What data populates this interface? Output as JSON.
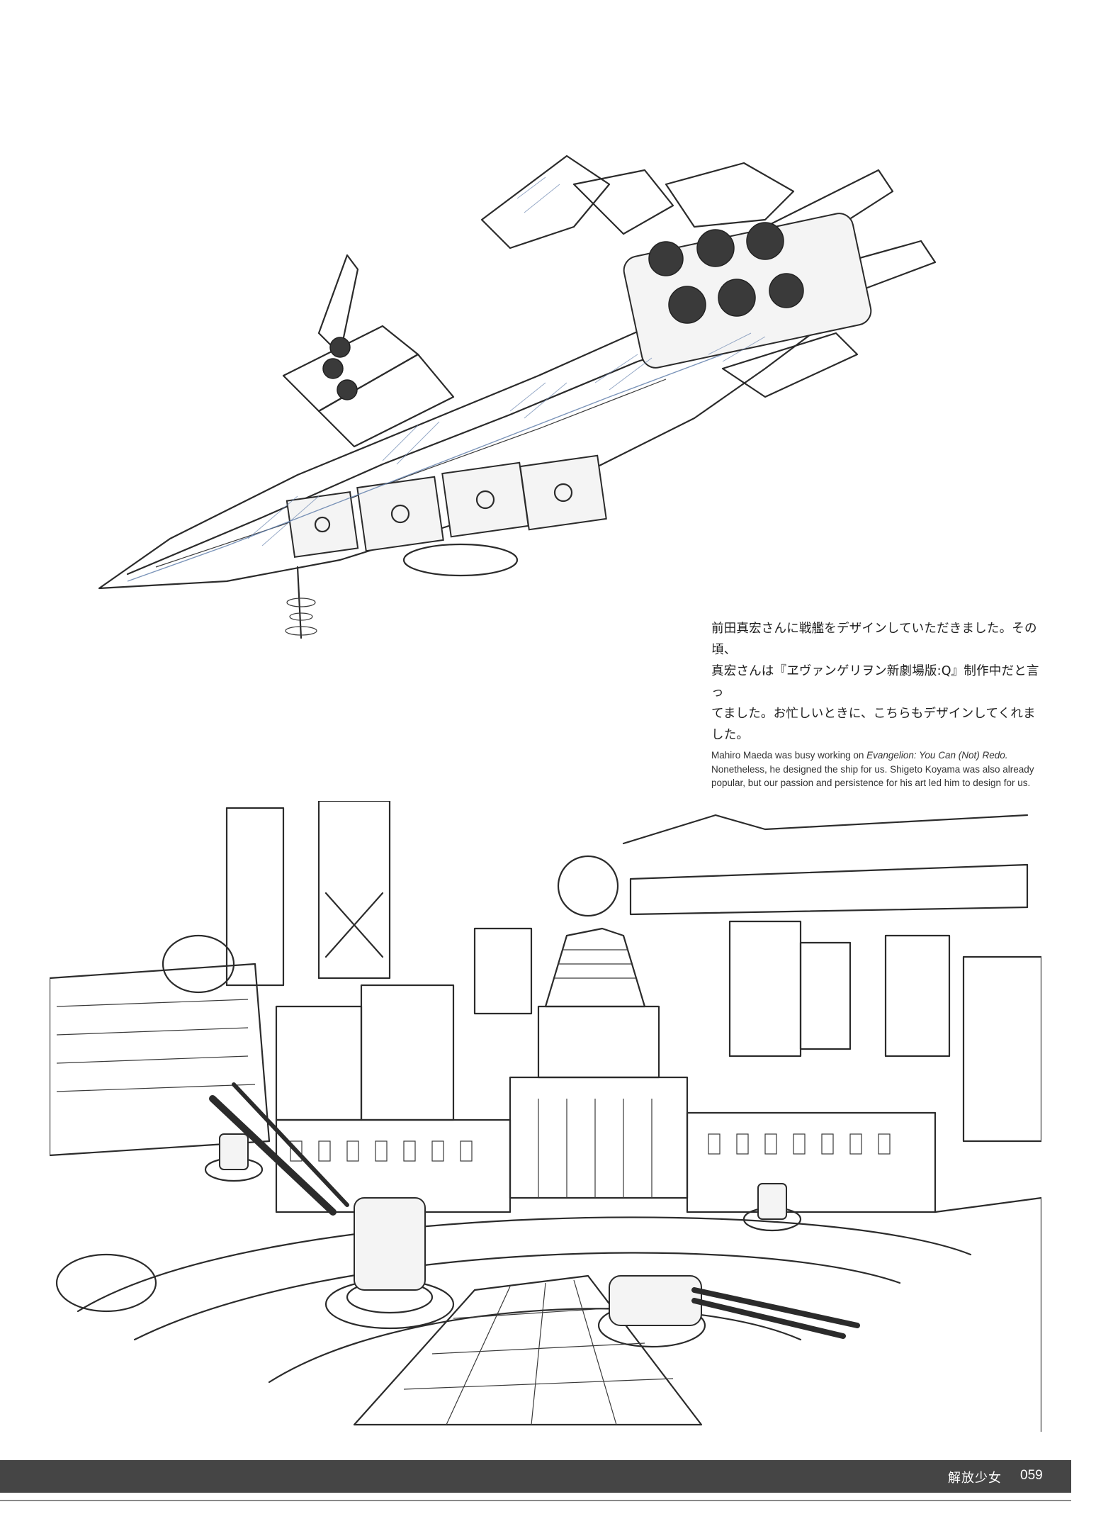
{
  "caption": {
    "jp_line1": "前田真宏さんに戦艦をデザインしていただきました。その頃、",
    "jp_line2": "真宏さんは『ヱヴァンゲリヲン新劇場版:Q』制作中だと言っ",
    "jp_line3": "てました。お忙しいときに、こちらもデザインしてくれました。",
    "en_part1": "Mahiro Maeda was busy working on ",
    "en_title": "Evangelion: You Can (Not) Redo.",
    "en_part2": "Nonetheless, he designed the ship for us. Shigeto Koyama was also already popular, but our passion and persistence for his art led him to design for us."
  },
  "footer": {
    "book_title": "解放少女",
    "page_number": "059"
  },
  "colors": {
    "footer_bar": "#454545",
    "ink": "#2b2b2b",
    "blue_pencil": "#5a79a8"
  }
}
